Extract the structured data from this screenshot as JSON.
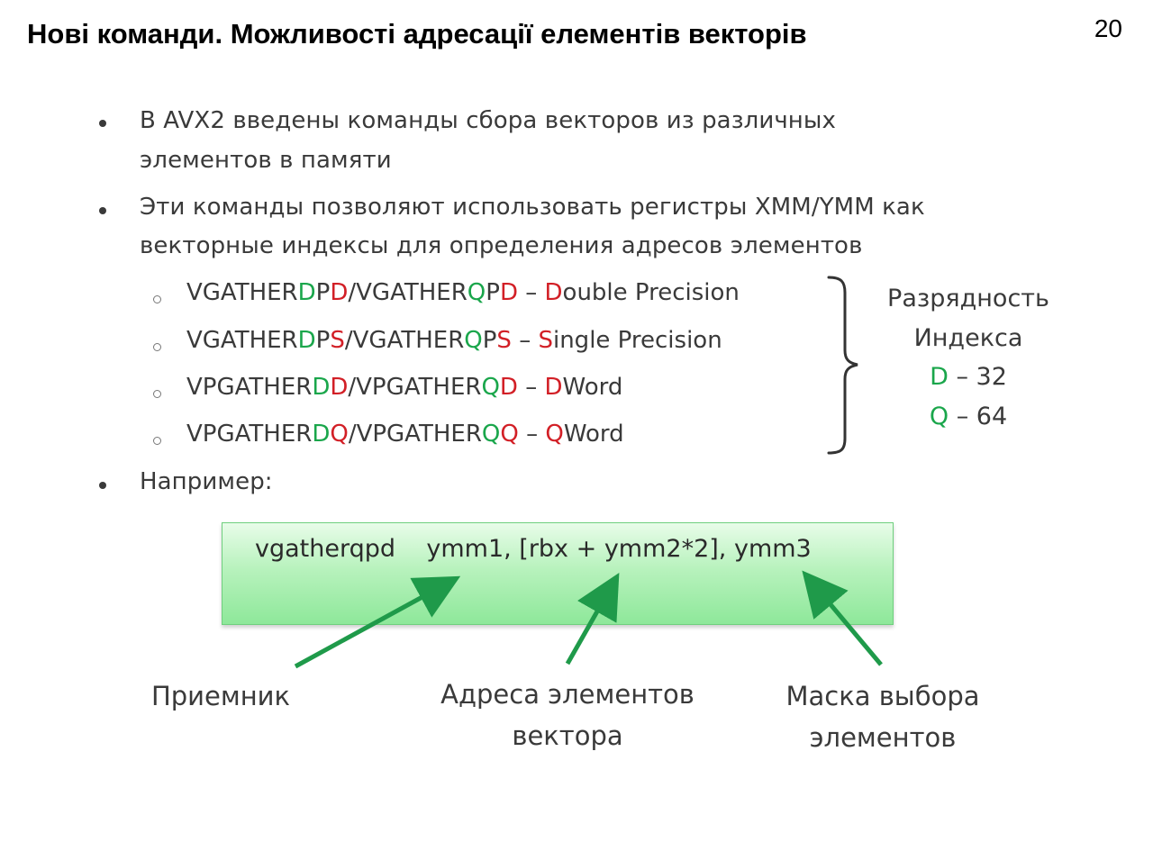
{
  "slide": {
    "title": "Нові команди.  Можливості адресації елементів векторів",
    "page_number": "20"
  },
  "bullets": {
    "b1_line1": "В AVX2 введены команды сбора векторов из различных",
    "b1_line2": "элементов в памяти",
    "b2_line1": "Эти команды позволяют использовать регистры XMM/YMM как",
    "b2_line2": "векторные индексы для определения адресов элементов",
    "b3": "Например:"
  },
  "sub_items": [
    {
      "p1": "VGATHER",
      "p2": "D",
      "p3": "P",
      "p4": "D",
      "p5": "/VGATHER",
      "p6": "Q",
      "p7": "P",
      "p8": "D",
      "p9": " – ",
      "p10": "D",
      "p11": "ouble Precision"
    },
    {
      "p1": "VGATHER",
      "p2": "D",
      "p3": "P",
      "p4": "S",
      "p5": "/VGATHER",
      "p6": "Q",
      "p7": "P",
      "p8": "S",
      "p9": " – ",
      "p10": "S",
      "p11": "ingle Precision"
    },
    {
      "p1": "VPGATHER",
      "p2": "D",
      "p3": "",
      "p4": "D",
      "p5": "/VPGATHER",
      "p6": "Q",
      "p7": "",
      "p8": "D",
      "p9": " – ",
      "p10": "D",
      "p11": "Word"
    },
    {
      "p1": "VPGATHER",
      "p2": "D",
      "p3": "",
      "p4": "Q",
      "p5": "/VPGATHER",
      "p6": "Q",
      "p7": "",
      "p8": "Q",
      "p9": " – ",
      "p10": "Q",
      "p11": "Word"
    }
  ],
  "index_width": {
    "line1": "Разрядность",
    "line2": "Индекса",
    "d_letter": "D",
    "d_value": " – 32",
    "q_letter": "Q",
    "q_value": " – 64"
  },
  "code": {
    "mnemonic": "vgatherqpd",
    "operands": "ymm1, [rbx + ymm2*2], ymm3"
  },
  "labels": {
    "receiver": "Приемник",
    "addresses_line1": "Адреса элементов",
    "addresses_line2": "вектора",
    "mask_line1": "Маска выбора",
    "mask_line2": "элементов"
  },
  "colors": {
    "green": "#1aa64b",
    "red": "#d21f26",
    "arrow": "#1f9a4a"
  }
}
